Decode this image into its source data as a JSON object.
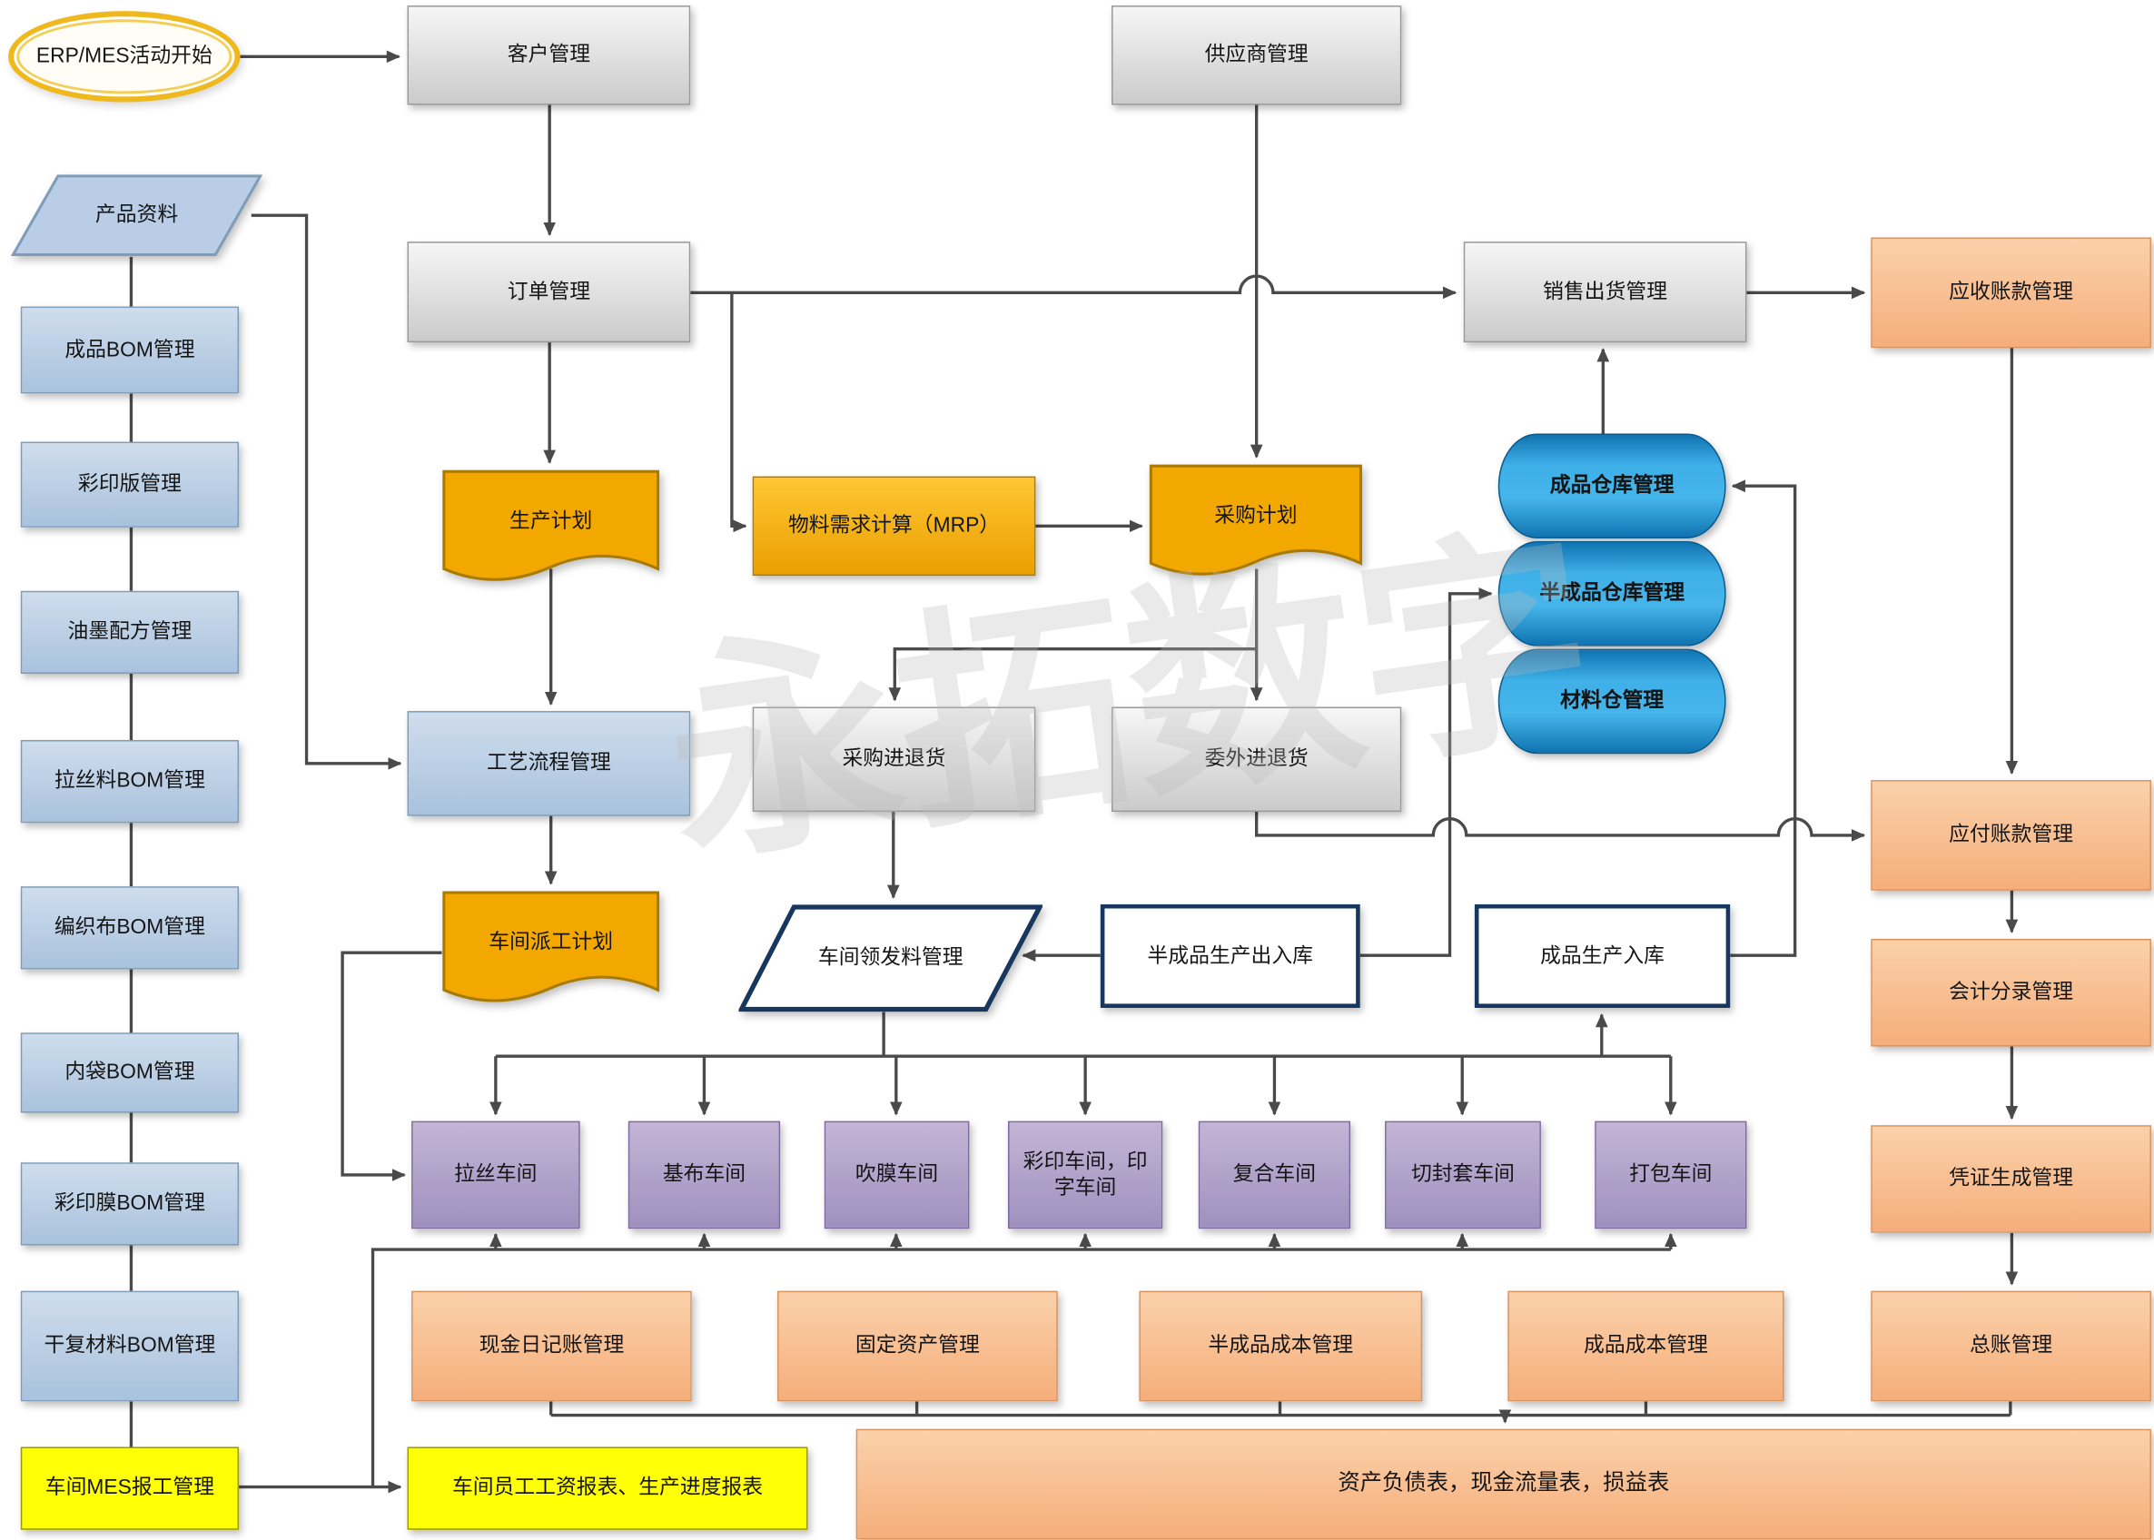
{
  "watermark": {
    "text": "永拓数字"
  },
  "colors": {
    "start_ring": "#efb91e",
    "gray_node": "#d9d9d9",
    "blue_node": "#b8cce4",
    "amber_node": "#f2a800",
    "purple_node": "#b1a0c7",
    "orange_node": "#fac090",
    "yellow_node": "#ffff00",
    "cylinder_blue": "#2a9fd8",
    "navy_border": "#17375e",
    "connector": "#4a4a4a"
  },
  "nodes": {
    "start": {
      "label": "ERP/MES活动开始"
    },
    "customer": {
      "label": "客户管理"
    },
    "supplier": {
      "label": "供应商管理"
    },
    "product_data": {
      "label": "产品资料"
    },
    "bom1": {
      "label": "成品BOM管理"
    },
    "bom2": {
      "label": "彩印版管理"
    },
    "bom3": {
      "label": "油墨配方管理"
    },
    "bom4": {
      "label": "拉丝料BOM管理"
    },
    "bom5": {
      "label": "编织布BOM管理"
    },
    "bom6": {
      "label": "内袋BOM管理"
    },
    "bom7": {
      "label": "彩印膜BOM管理"
    },
    "bom8": {
      "label": "干复材料BOM管理"
    },
    "mes_report": {
      "label": "车间MES报工管理"
    },
    "order": {
      "label": "订单管理"
    },
    "production_plan": {
      "label": "生产计划"
    },
    "mrp": {
      "label": "物料需求计算（MRP）"
    },
    "purchase_plan": {
      "label": "采购计划"
    },
    "sales_ship": {
      "label": "销售出货管理"
    },
    "ar": {
      "label": "应收账款管理"
    },
    "wh_finished": {
      "label": "成品仓库管理"
    },
    "wh_semi": {
      "label": "半成品仓库管理"
    },
    "wh_material": {
      "label": "材料仓管理"
    },
    "process_flow": {
      "label": "工艺流程管理"
    },
    "purchase_inout": {
      "label": "采购进退货"
    },
    "outsource_inout": {
      "label": "委外进退货"
    },
    "dispatch_plan": {
      "label": "车间派工计划"
    },
    "material_issue": {
      "label": "车间领发料管理"
    },
    "semi_inout": {
      "label": "半成品生产出入库"
    },
    "finished_in": {
      "label": "成品生产入库"
    },
    "ap": {
      "label": "应付账款管理"
    },
    "acct_entry": {
      "label": "会计分录管理"
    },
    "ws1": {
      "label": "拉丝车间"
    },
    "ws2": {
      "label": "基布车间"
    },
    "ws3": {
      "label": "吹膜车间"
    },
    "ws4": {
      "label": "彩印车间，印字车间"
    },
    "ws5": {
      "label": "复合车间"
    },
    "ws6": {
      "label": "切封套车间"
    },
    "ws7": {
      "label": "打包车间"
    },
    "voucher": {
      "label": "凭证生成管理"
    },
    "cash_journal": {
      "label": "现金日记账管理"
    },
    "fixed_asset": {
      "label": "固定资产管理"
    },
    "semi_cost": {
      "label": "半成品成本管理"
    },
    "finished_cost": {
      "label": "成品成本管理"
    },
    "gl": {
      "label": "总账管理"
    },
    "salary_report": {
      "label": "车间员工工资报表、生产进度报表"
    },
    "fin_reports": {
      "label": "资产负债表，现金流量表，损益表"
    }
  }
}
